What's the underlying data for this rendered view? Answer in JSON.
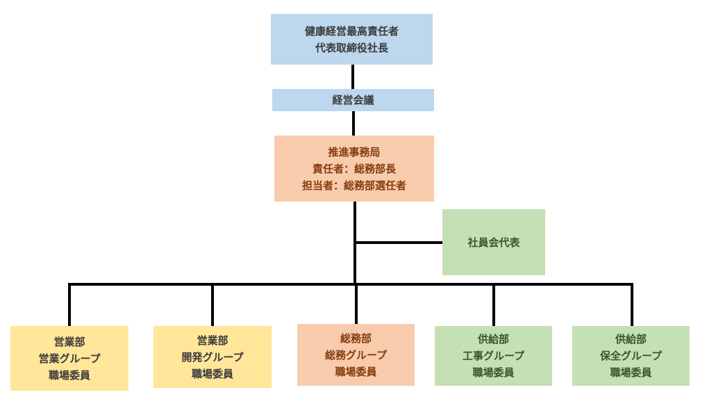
{
  "diagram": {
    "type": "org-chart",
    "nodes": {
      "ceo": {
        "lines": [
          "健康経営最高責任者",
          "代表取締役社長"
        ],
        "color": "#bdd7ee"
      },
      "board": {
        "lines": [
          "経営会議"
        ],
        "color": "#bdd7ee"
      },
      "office": {
        "lines": [
          "推進事務局",
          "責任者：総務部長",
          "担当者：総務部選任者"
        ],
        "color": "#f8cbad"
      },
      "employee_rep": {
        "lines": [
          "社員会代表"
        ],
        "color": "#c5e0b4"
      },
      "sales_group": {
        "lines": [
          "営業部",
          "営業グループ",
          "職場委員"
        ],
        "color": "#ffe699"
      },
      "dev_group": {
        "lines": [
          "営業部",
          "開発グループ",
          "職場委員"
        ],
        "color": "#ffe699"
      },
      "ga_group": {
        "lines": [
          "総務部",
          "総務グループ",
          "職場委員"
        ],
        "color": "#f8cbad"
      },
      "construction_group": {
        "lines": [
          "供給部",
          "工事グループ",
          "職場委員"
        ],
        "color": "#c5e0b4"
      },
      "maintenance_group": {
        "lines": [
          "供給部",
          "保全グループ",
          "職場委員"
        ],
        "color": "#c5e0b4"
      }
    },
    "edges": [
      [
        "ceo",
        "board"
      ],
      [
        "board",
        "office"
      ],
      [
        "office",
        "employee_rep"
      ],
      [
        "office",
        "sales_group"
      ],
      [
        "office",
        "dev_group"
      ],
      [
        "office",
        "ga_group"
      ],
      [
        "office",
        "construction_group"
      ],
      [
        "office",
        "maintenance_group"
      ]
    ]
  }
}
